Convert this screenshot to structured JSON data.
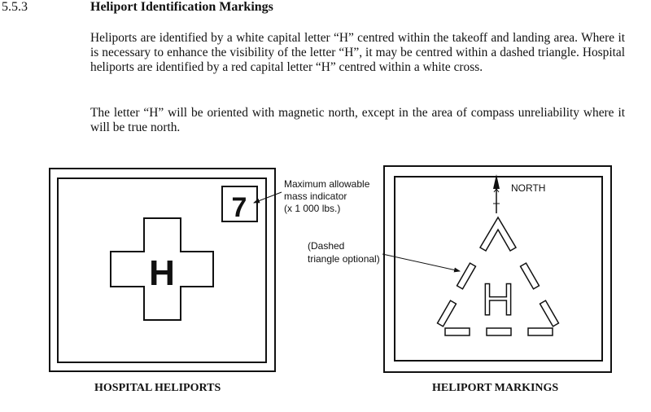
{
  "section": {
    "number": "5.5.3",
    "title": "Heliport Identification Markings"
  },
  "paragraphs": [
    "Heliports are identified by a white capital letter “H” centred within the takeoff and landing area. Where it is necessary to enhance the visibility of the letter “H”, it may be centred within a dashed triangle. Hospital heliports are identified by a red capital letter “H” centred within a white cross.",
    "The letter “H” will be oriented with magnetic north, except in the area of compass unreliability where it will be true north."
  ],
  "hospital_figure": {
    "cross_letter": "H",
    "indicator_value": "7",
    "annotation_lines": [
      "Maximum allowable",
      "mass indicator",
      "(x 1 000 lbs.)"
    ],
    "caption": "HOSPITAL HELIPORTS"
  },
  "heliport_figure": {
    "letter": "H",
    "north_label": "NORTH",
    "annotation_lines": [
      "(Dashed",
      "triangle optional)"
    ],
    "caption": "HELIPORT MARKINGS"
  }
}
